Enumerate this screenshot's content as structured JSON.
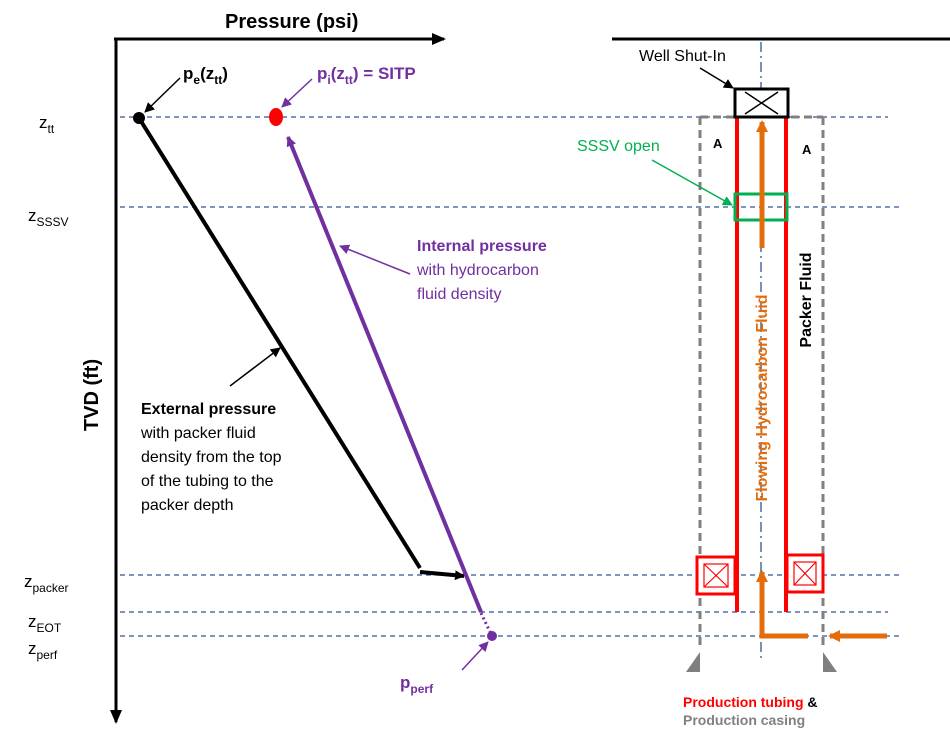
{
  "colors": {
    "black": "#000000",
    "purple": "#7030a0",
    "red": "#ff0000",
    "orange": "#e46c0a",
    "green": "#00b050",
    "blue_dash": "#2f5597",
    "grey": "#808080"
  },
  "axis": {
    "x_label": "Pressure (psi)",
    "y_label": "TVD (ft)"
  },
  "depth_labels": [
    {
      "base": "z",
      "sub": "tt"
    },
    {
      "base": "z",
      "sub": "SSSV"
    },
    {
      "base": "z",
      "sub": "packer"
    },
    {
      "base": "z",
      "sub": "EOT"
    },
    {
      "base": "z",
      "sub": "perf"
    }
  ],
  "point_labels": {
    "pe": {
      "base": "p",
      "sub": "e",
      "after": "(z",
      "sub2": "tt",
      "end": ")"
    },
    "pi": {
      "base": "p",
      "sub": "i",
      "after": "(z",
      "sub2": "tt",
      "end": ") = SITP"
    },
    "pperf": {
      "base": "p",
      "sub": "perf"
    }
  },
  "internal_pressure": {
    "title": "Internal pressure",
    "lines": [
      "with hydrocarbon",
      "fluid density"
    ]
  },
  "external_pressure": {
    "title": "External pressure",
    "lines": [
      "with packer fluid",
      "density from the top",
      "of the tubing to the",
      "packer depth"
    ]
  },
  "well": {
    "shut_in_label": "Well Shut-In",
    "sssv_label": "SSSV open",
    "annulus_label": "A",
    "flow_label": "Flowing Hydrocarbon Fluid",
    "packer_fluid_label": "Packer Fluid",
    "legend_tubing": "Production tubing",
    "legend_amp": " &",
    "legend_casing": "Production casing"
  }
}
